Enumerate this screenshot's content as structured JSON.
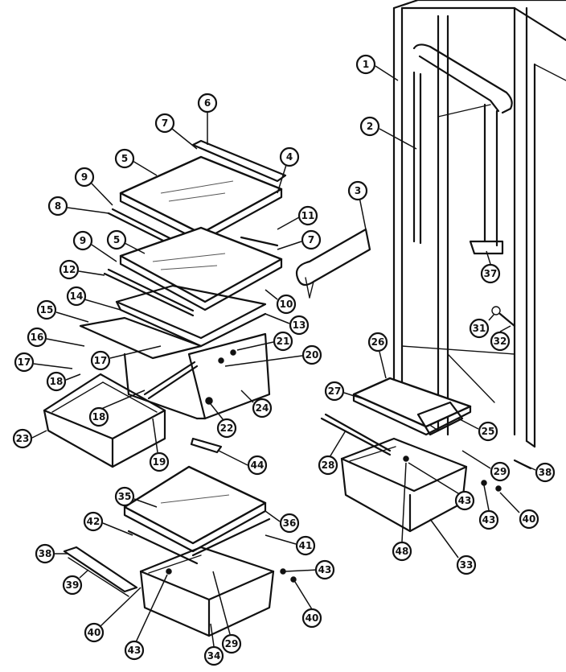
{
  "diagram": {
    "callouts": [
      "1",
      "2",
      "3",
      "4",
      "5",
      "5",
      "6",
      "7",
      "7",
      "8",
      "9",
      "9",
      "10",
      "11",
      "12",
      "13",
      "14",
      "15",
      "16",
      "17",
      "17",
      "18",
      "18",
      "19",
      "20",
      "21",
      "22",
      "23",
      "24",
      "25",
      "26",
      "27",
      "28",
      "29",
      "29",
      "31",
      "32",
      "33",
      "34",
      "35",
      "36",
      "37",
      "38",
      "38",
      "39",
      "40",
      "40",
      "40",
      "41",
      "42",
      "43",
      "43",
      "43",
      "43",
      "44",
      "48"
    ]
  }
}
